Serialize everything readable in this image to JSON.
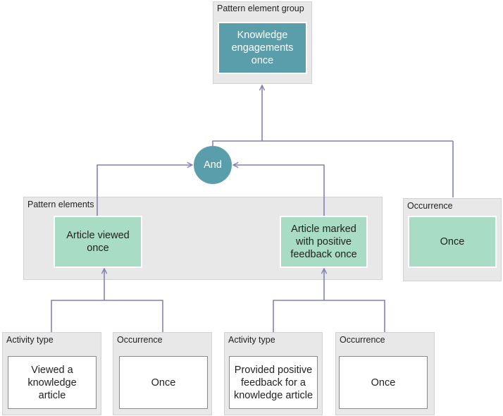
{
  "pattern_group": {
    "label": "Pattern element group",
    "node": [
      "Knowledge",
      "engagements",
      "once"
    ]
  },
  "and_node": {
    "label": "And"
  },
  "pattern_elements": {
    "label": "Pattern elements",
    "left_node": [
      "Article viewed",
      "once"
    ],
    "right_node": [
      "Article marked",
      "with positive",
      "feedback once"
    ]
  },
  "right_occurrence": {
    "label": "Occurrence",
    "node": "Once"
  },
  "bottom_left_activity": {
    "label": "Activity type",
    "node": [
      "Viewed a",
      "knowledge",
      "article"
    ]
  },
  "bottom_left_occurrence": {
    "label": "Occurrence",
    "node": "Once"
  },
  "bottom_right_activity": {
    "label": "Activity type",
    "node": [
      "Provided positive",
      "feedback for a",
      "knowledge article"
    ]
  },
  "bottom_right_occurrence": {
    "label": "Occurrence",
    "node": "Once"
  },
  "colors": {
    "teal": "#5b9eab",
    "mint": "#a8dcc5",
    "panel": "#e8e8e8",
    "connector": "#8480b8"
  }
}
